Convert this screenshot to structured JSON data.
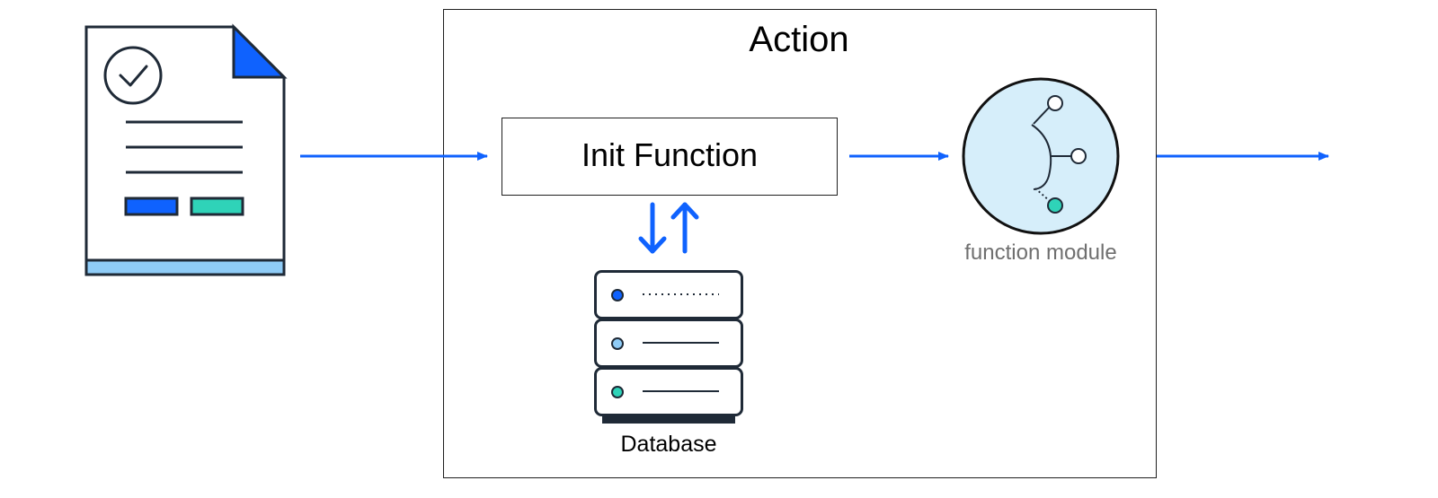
{
  "diagram": {
    "action": {
      "title": "Action"
    },
    "init_function": {
      "label": "Init Function"
    },
    "function_module": {
      "label": "function module"
    },
    "database": {
      "label": "Database"
    }
  },
  "colors": {
    "arrow": "#0f62fe",
    "outline": "#1f2a37",
    "doc_blue": "#0f62fe",
    "doc_teal": "#2fd3b8",
    "doc_footer": "#8fccf7",
    "module_fill": "#d6eefa",
    "module_label": "#6f6f6f"
  },
  "icons": [
    "document-check-icon",
    "database-icon",
    "function-module-icon",
    "up-down-arrows-icon"
  ]
}
